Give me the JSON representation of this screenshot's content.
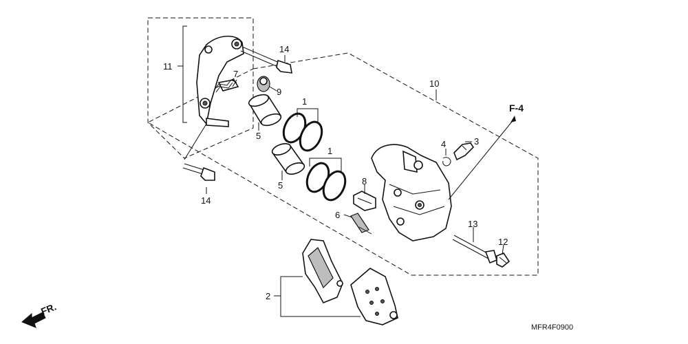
{
  "callouts": {
    "c1a": "1",
    "c1b": "1",
    "c2": "2",
    "c3": "3",
    "c4": "4",
    "c5a": "5",
    "c5b": "5",
    "c6": "6",
    "c7": "7",
    "c8": "8",
    "c9": "9",
    "c10": "10",
    "c11": "11",
    "c12": "12",
    "c13": "13",
    "c14a": "14",
    "c14b": "14"
  },
  "ref_label": "F-4",
  "front_label": "FR.",
  "diagram_code": "MFR4F0900"
}
